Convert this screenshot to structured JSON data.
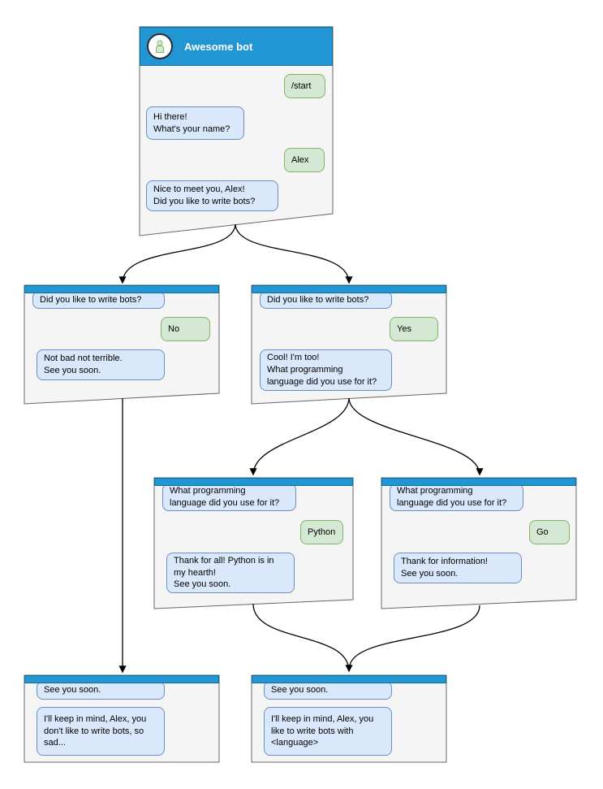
{
  "colors": {
    "header_blue": "#2196d3",
    "header_border": "#0c6d9e",
    "card_background": "#f5f5f5",
    "card_border": "#666666",
    "bot_bubble_fill": "#dae8fc",
    "bot_bubble_border": "#6c8ebf",
    "user_bubble_fill": "#d5e8d4",
    "user_bubble_border": "#82b366",
    "arrow_color": "#000000"
  },
  "nodes": {
    "root": {
      "title": "Awesome bot",
      "avatar_icon": "person-icon",
      "messages": [
        {
          "from": "user",
          "text": "/start"
        },
        {
          "from": "bot",
          "text": "Hi there!\nWhat's your name?"
        },
        {
          "from": "user",
          "text": "Alex"
        },
        {
          "from": "bot",
          "text": "Nice to meet you, Alex!\nDid you like to write bots?"
        }
      ]
    },
    "no_branch": {
      "messages": [
        {
          "from": "bot",
          "text": "Did you like to write bots?"
        },
        {
          "from": "user",
          "text": "No"
        },
        {
          "from": "bot",
          "text": "Not bad not terrible.\nSee you soon."
        }
      ]
    },
    "yes_branch": {
      "messages": [
        {
          "from": "bot",
          "text": "Did you like to write bots?"
        },
        {
          "from": "user",
          "text": "Yes"
        },
        {
          "from": "bot",
          "text": "Cool! I'm too!\nWhat programming\nlanguage did you use for it?"
        }
      ]
    },
    "python_branch": {
      "messages": [
        {
          "from": "bot",
          "text": "What programming\nlanguage did you use for it?"
        },
        {
          "from": "user",
          "text": "Python"
        },
        {
          "from": "bot",
          "text": "Thank for all! Python is in\nmy hearth!\nSee you soon."
        }
      ]
    },
    "go_branch": {
      "messages": [
        {
          "from": "bot",
          "text": "What programming\nlanguage did you use for it?"
        },
        {
          "from": "user",
          "text": "Go"
        },
        {
          "from": "bot",
          "text": "Thank for information!\nSee you soon."
        }
      ]
    },
    "end_no": {
      "messages": [
        {
          "from": "bot",
          "text": "See you soon."
        },
        {
          "from": "bot",
          "text": "I'll keep in mind, Alex, you\ndon't like to write bots, so\nsad..."
        }
      ]
    },
    "end_yes": {
      "messages": [
        {
          "from": "bot",
          "text": "See you soon."
        },
        {
          "from": "bot",
          "text": "I'll keep in mind, Alex, you\nlike to write bots with\n<language>"
        }
      ]
    }
  }
}
